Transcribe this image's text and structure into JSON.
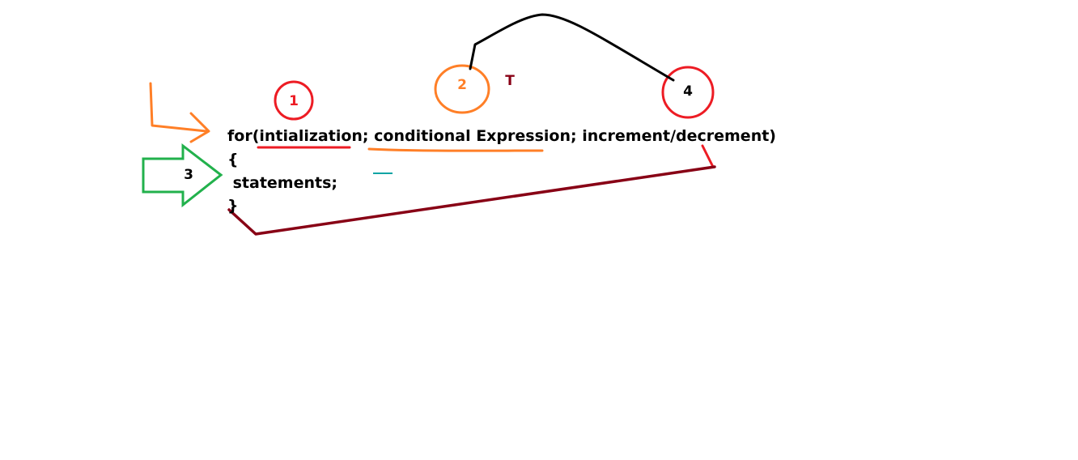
{
  "code": {
    "line1": "for(intialization; conditional Expression; increment/decrement)",
    "line2": "{",
    "line3": " statements;",
    "line4": "}"
  },
  "annotations": {
    "step1": "1",
    "step2": "2",
    "step3": "3",
    "step4": "4",
    "true_mark": "T"
  },
  "colors": {
    "text": "#000000",
    "red": "#ed1c24",
    "orange": "#ff7f27",
    "green": "#22b14c",
    "maroon": "#880015",
    "black": "#000000",
    "teal": "#0aa4a4"
  }
}
